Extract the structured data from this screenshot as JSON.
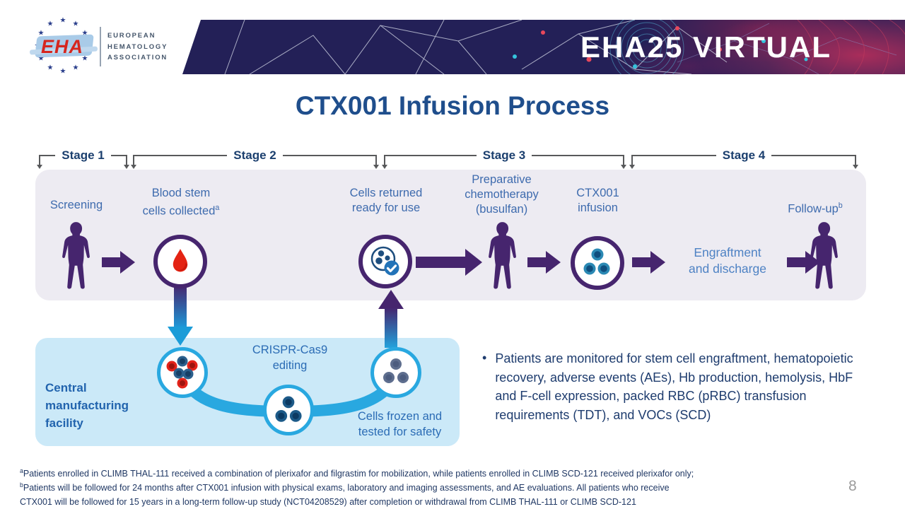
{
  "header": {
    "logo": {
      "acronym": "EHA",
      "org_lines": [
        "EUROPEAN",
        "HEMATOLOGY",
        "ASSOCIATION"
      ]
    },
    "banner_title": "EHA25 VIRTUAL"
  },
  "title": "CTX001 Infusion Process",
  "stages": [
    {
      "label": "Stage 1"
    },
    {
      "label": "Stage 2"
    },
    {
      "label": "Stage 3"
    },
    {
      "label": "Stage 4"
    }
  ],
  "process": {
    "screening": "Screening",
    "collection": "Blood stem\ncells collected",
    "collection_sup": "a",
    "returned": "Cells returned\nready for use",
    "chemo": "Preparative\nchemotherapy\n(busulfan)",
    "infusion": "CTX001\ninfusion",
    "engraftment": "Engraftment\nand discharge",
    "followup": "Follow-up",
    "followup_sup": "b"
  },
  "manufacturing": {
    "facility": "Central\nmanufacturing\nfacility",
    "editing": "CRISPR-Cas9\nediting",
    "frozen": "Cells frozen and\ntested for safety"
  },
  "bullet": "Patients are monitored for stem cell engraftment, hematopoietic recovery, adverse events (AEs), Hb production, hemolysis, HbF and F-cell expression, packed RBC (pRBC) transfusion requirements (TDT), and VOCs (SCD)",
  "footnotes": [
    {
      "sup": "a",
      "text": "Patients enrolled in CLIMB THAL-111 received a combination of plerixafor and filgrastim for mobilization, while patients enrolled in CLIMB SCD-121 received plerixafor only;"
    },
    {
      "sup": "b",
      "text": "Patients will be followed for 24 months after CTX001 infusion with physical exams, laboratory and imaging assessments, and AE evaluations. All patients who receive"
    },
    {
      "sup": "",
      "text": "CTX001 will be followed for 15 years in a long-term follow-up study (NCT04208529) after completion or withdrawal from CLIMB THAL-111 or CLIMB SCD-121"
    }
  ],
  "page_number": "8",
  "colors": {
    "purple": "#46256E",
    "light_blue": "#29A8E0",
    "band_bg": "#EDEBF2",
    "box_bg": "#CBE9F8",
    "title_blue": "#1F4E8C",
    "step_blue": "#3E6BAE",
    "navy_text": "#1E3C6E"
  }
}
